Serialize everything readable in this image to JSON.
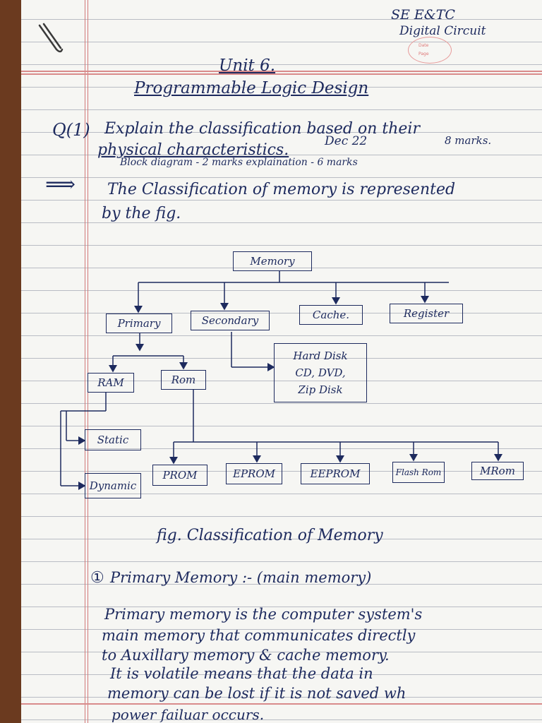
{
  "header": {
    "course": "SE E&TC",
    "subject": "Digital Circuit",
    "stamp_date": "Date",
    "stamp_page": "Page"
  },
  "title": {
    "unit": "Unit 6.",
    "topic": "Programmable Logic Design"
  },
  "question": {
    "number": "Q(1)",
    "line1": "Explain the classification based on their",
    "line2": "physical characteristics.",
    "exam": "Dec 22",
    "marks": "8 marks.",
    "breakdown": "Block diagram - 2 marks   explaination - 6 marks"
  },
  "answer": {
    "arrow": "⟹",
    "line1": "The Classification of memory is represented",
    "line2": "by the fig."
  },
  "diagram": {
    "root": "Memory",
    "level1": [
      "Primary",
      "Secondary",
      "Cache.",
      "Register"
    ],
    "primary_children": [
      "RAM",
      "Rom"
    ],
    "secondary_children": [
      "Hard Disk",
      "CD, DVD,",
      "Zip Disk"
    ],
    "ram_children": [
      "Static",
      "Dynamic"
    ],
    "rom_children": [
      "PROM",
      "EPROM",
      "EEPROM",
      "Flash Rom",
      "MRom"
    ]
  },
  "caption": "fig. Classification of Memory",
  "section1": {
    "number": "①",
    "heading": "Primary Memory :- (main memory)",
    "lines": [
      "Primary memory is the computer system's",
      "main memory that communicates directly",
      "to Auxillary memory & cache memory.",
      "It is volatile means that the data in",
      "memory can be lost if it is not saved wh",
      "power failuar occurs."
    ]
  }
}
